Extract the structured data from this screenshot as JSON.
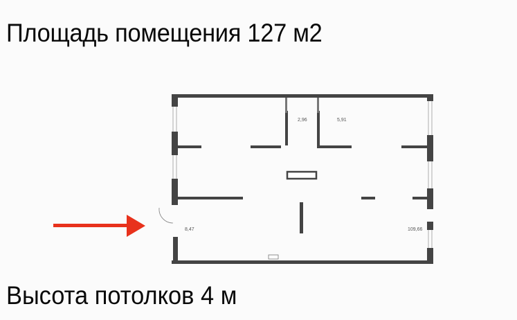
{
  "header": {
    "title": "Площадь помещения 127 м2"
  },
  "footer": {
    "ceiling_height": "Высота потолков 4 м"
  },
  "floor_plan": {
    "rooms": [
      {
        "id": "wc",
        "area": "2,96"
      },
      {
        "id": "utility",
        "area": "5,91"
      },
      {
        "id": "entrance",
        "area": "8,47"
      },
      {
        "id": "main_hall",
        "area": "109,66"
      }
    ],
    "entrance_arrow": {
      "color": "#e8321c",
      "direction": "right"
    },
    "wall_color": "#444444"
  }
}
